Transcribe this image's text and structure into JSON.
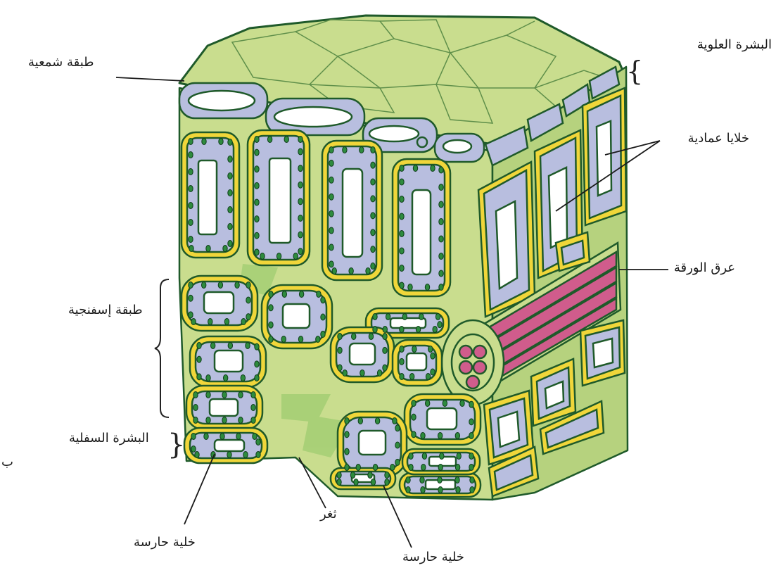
{
  "diagram": {
    "labels": {
      "upper_epidermis": "البشرة العلوية",
      "cuticle": "طبقة شمعية",
      "palisade": "خلايا عمادية",
      "vein": "عرق الورقة",
      "spongy": "طبقة إسفنجية",
      "lower_epidermis": "البشرة السفلية",
      "cut_fragment": "ب",
      "stoma": "ثغر",
      "guard_cell_left": "خلية حارسة",
      "guard_cell_bottom": "خلية حارسة"
    },
    "colors": {
      "cell_wall": "#c9dd8e",
      "cell_wall_shadow": "#8fc766",
      "cell_outline": "#1f5a2a",
      "membrane": "#f0d63a",
      "cytoplasm": "#b8bedf",
      "vacuole": "#ffffff",
      "chloroplast": "#2e8b3e",
      "xylem": "#d05c8c"
    }
  }
}
